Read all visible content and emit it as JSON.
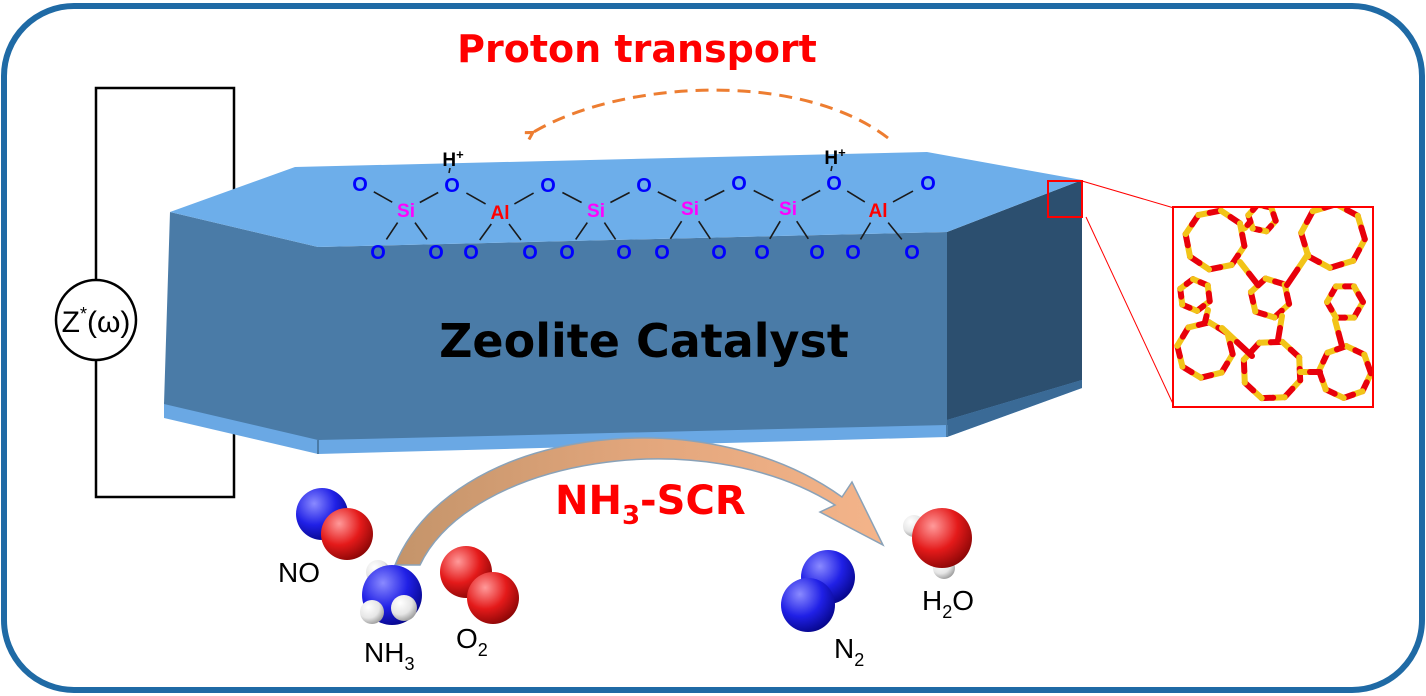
{
  "title": "Proton transport",
  "catalyst_label": "Zeolite Catalyst",
  "reaction": {
    "main": "NH",
    "sub": "3",
    "rest": "-SCR"
  },
  "impedance": {
    "base": "Z",
    "sup": "*",
    "tail": "(ω)"
  },
  "proton": "H",
  "proton_charge": "+",
  "atoms": {
    "oxygen": "O",
    "silicon": "Si",
    "aluminum": "Al"
  },
  "molecules": {
    "no": {
      "base": "NO",
      "sub": ""
    },
    "nh3": {
      "base": "NH",
      "sub": "3"
    },
    "o2": {
      "base": "O",
      "sub": "2"
    },
    "n2": {
      "base": "N",
      "sub": "2"
    },
    "h2o": {
      "base": "H",
      "sub": "2",
      "tail": "O"
    }
  },
  "colors": {
    "frame": "#1f6aa5",
    "title": "#ff0000",
    "top_face": "#6daeea",
    "front_face": "#4a7ba7",
    "side_face": "#2c4f6f",
    "oxygen_text": "#0000ff",
    "silicon_text": "#ff00ff",
    "aluminum_text": "#ff0000",
    "arrow_fill": "#e9ad85",
    "arrow_dash": "#ed7d31",
    "molecule_n": "#1f1fe0",
    "molecule_o": "#e01a1a",
    "molecule_h": "#f2f2f2",
    "framework_o": "#e8000b",
    "framework_t": "#f2c418"
  }
}
